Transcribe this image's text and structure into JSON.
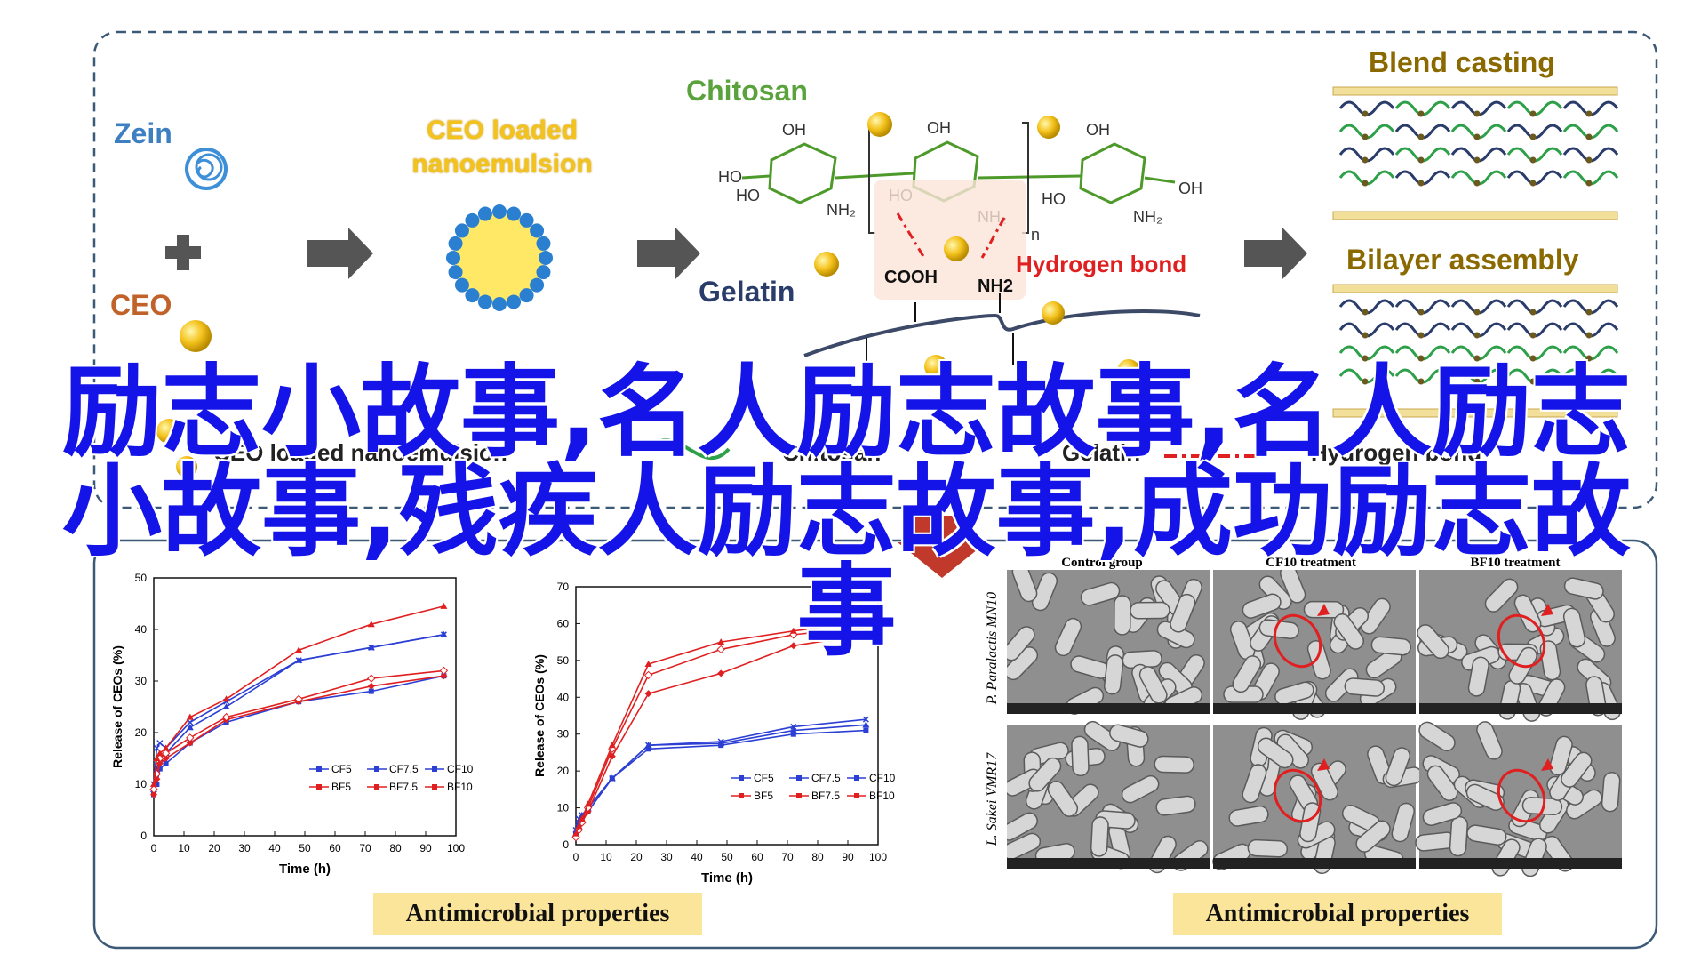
{
  "top_panel": {
    "zein": "Zein",
    "ceo": "CEO",
    "ceo_loaded": "CEO loaded nanoemulsion",
    "ceo_loaded_line1": "CEO loaded",
    "ceo_loaded_line2": "nanoemulsion",
    "chitosan": "Chitosan",
    "gelatin": "Gelatin",
    "hydrogen_bond": "Hydrogen bond",
    "cooh": "COOH",
    "nh2": "NH2",
    "blend_casting": "Blend casting",
    "bilayer_assembly": "Bilayer assembly",
    "legend": [
      "CEO loaded nanoemulsion",
      "Chitosan",
      "Gelatin",
      "Hydrogen bond"
    ]
  },
  "overlay_title": {
    "line1": "励志小故事,名人励志故事,名人励志",
    "line2": "小故事,残疾人励志故事,成功励志故",
    "line3": "事"
  },
  "bottom_panel": {
    "antimicrobial_left": "Antimicrobial properties",
    "antimicrobial_right": "Antimicrobial properties",
    "sem": {
      "columns": [
        "Control group",
        "CF10 treatment",
        "BF10 treatment"
      ],
      "rows": [
        "P. Paralactis MN10",
        "L. Sakei VMR17"
      ]
    }
  },
  "colors": {
    "accent_blue": "#1414e8",
    "cf_blue": "#2b3fd4",
    "bf_red": "#e02020",
    "green": "#5aa33c",
    "gold": "#8a6a00"
  },
  "chart_data": [
    {
      "type": "line",
      "ylabel": "Release of CEOs (%)",
      "xlabel": "Time (h)",
      "xlim": [
        0,
        100
      ],
      "ylim": [
        0,
        50
      ],
      "xticks": [
        0,
        10,
        20,
        30,
        40,
        50,
        60,
        70,
        80,
        90,
        100
      ],
      "yticks": [
        0,
        10,
        20,
        30,
        40,
        50
      ],
      "legend_position": "bottom-right",
      "x": [
        0,
        1,
        2,
        4,
        12,
        24,
        48,
        72,
        96
      ],
      "series": [
        {
          "name": "CF5",
          "color": "#2b3fd4",
          "marker": "square",
          "values": [
            8,
            10,
            13,
            14,
            18,
            22,
            26,
            28,
            31
          ]
        },
        {
          "name": "CF7.5",
          "color": "#2b3fd4",
          "marker": "triangle",
          "values": [
            9,
            13,
            15,
            16,
            21,
            25,
            34,
            36.5,
            39
          ]
        },
        {
          "name": "CF10",
          "color": "#2b3fd4",
          "marker": "x",
          "values": [
            10,
            17,
            18,
            17,
            22,
            26,
            34,
            36.5,
            39
          ]
        },
        {
          "name": "BF5",
          "color": "#e02020",
          "marker": "diamond",
          "values": [
            8,
            11,
            14,
            15,
            18,
            22.5,
            26,
            29,
            31
          ]
        },
        {
          "name": "BF7.5",
          "color": "#e02020",
          "marker": "diamond-open",
          "values": [
            9,
            12,
            15,
            16,
            19,
            23,
            26.5,
            30.5,
            32
          ]
        },
        {
          "name": "BF10",
          "color": "#e02020",
          "marker": "triangle",
          "values": [
            10,
            15,
            16,
            17,
            23,
            26.5,
            36,
            41,
            44.5
          ]
        }
      ]
    },
    {
      "type": "line",
      "ylabel": "Release of CEOs (%)",
      "xlabel": "Time (h)",
      "xlim": [
        0,
        100
      ],
      "ylim": [
        0,
        70
      ],
      "xticks": [
        0,
        10,
        20,
        30,
        40,
        50,
        60,
        70,
        80,
        90,
        100
      ],
      "yticks": [
        0,
        10,
        20,
        30,
        40,
        50,
        60,
        70
      ],
      "legend_position": "bottom-right",
      "x": [
        0,
        1,
        2,
        4,
        12,
        24,
        48,
        72,
        96
      ],
      "series": [
        {
          "name": "CF5",
          "color": "#2b3fd4",
          "marker": "square",
          "values": [
            3,
            5,
            7,
            9,
            18,
            26,
            27,
            30,
            31
          ]
        },
        {
          "name": "CF7.5",
          "color": "#2b3fd4",
          "marker": "triangle",
          "values": [
            3,
            6,
            8,
            10,
            18,
            27,
            27.5,
            31,
            32.5
          ]
        },
        {
          "name": "CF10",
          "color": "#2b3fd4",
          "marker": "x",
          "values": [
            4,
            7,
            8,
            10,
            18,
            27,
            28,
            32,
            34
          ]
        },
        {
          "name": "BF5",
          "color": "#e02020",
          "marker": "diamond",
          "values": [
            2,
            4,
            6,
            9,
            24,
            41,
            46.5,
            54,
            57
          ]
        },
        {
          "name": "BF7.5",
          "color": "#e02020",
          "marker": "diamond-open",
          "values": [
            2,
            4,
            6,
            10,
            26,
            46,
            53,
            57,
            59
          ]
        },
        {
          "name": "BF10",
          "color": "#e02020",
          "marker": "triangle",
          "values": [
            3,
            5,
            7,
            11,
            27,
            49,
            55,
            58,
            60.5
          ]
        }
      ]
    }
  ]
}
